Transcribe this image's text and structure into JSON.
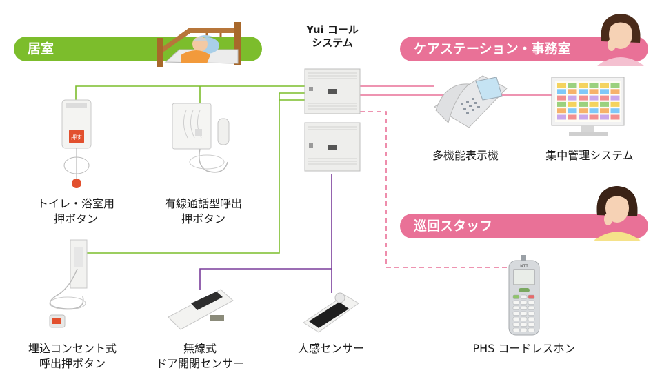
{
  "system_title": {
    "line1": "Yui コール",
    "line2": "システム"
  },
  "sections": {
    "room": "居室",
    "care_station": "ケアステーション・事務室",
    "patrol_staff": "巡回スタッフ"
  },
  "devices": {
    "toilet_button": {
      "line1": "トイレ・浴室用",
      "line2": "押ボタン"
    },
    "wired_call_button": {
      "line1": "有線通話型呼出",
      "line2": "押ボタン"
    },
    "embedded_outlet_button": {
      "line1": "埋込コンセント式",
      "line2": "呼出押ボタン"
    },
    "wireless_door_sensor": {
      "line1": "無線式",
      "line2": "ドア開閉センサー"
    },
    "motion_sensor": {
      "line1": "人感センサー"
    },
    "multi_display_phone": {
      "line1": "多機能表示機"
    },
    "central_management": {
      "line1": "集中管理システム"
    },
    "phs_cordless": {
      "line1": "PHS コードレスホン"
    }
  },
  "device_text": {
    "push_label": "押す",
    "phs_brand": "NTT"
  },
  "colors": {
    "room_green": "#7cbd2c",
    "care_pink": "#e97197",
    "wireless_purple": "#7a3d9b"
  }
}
